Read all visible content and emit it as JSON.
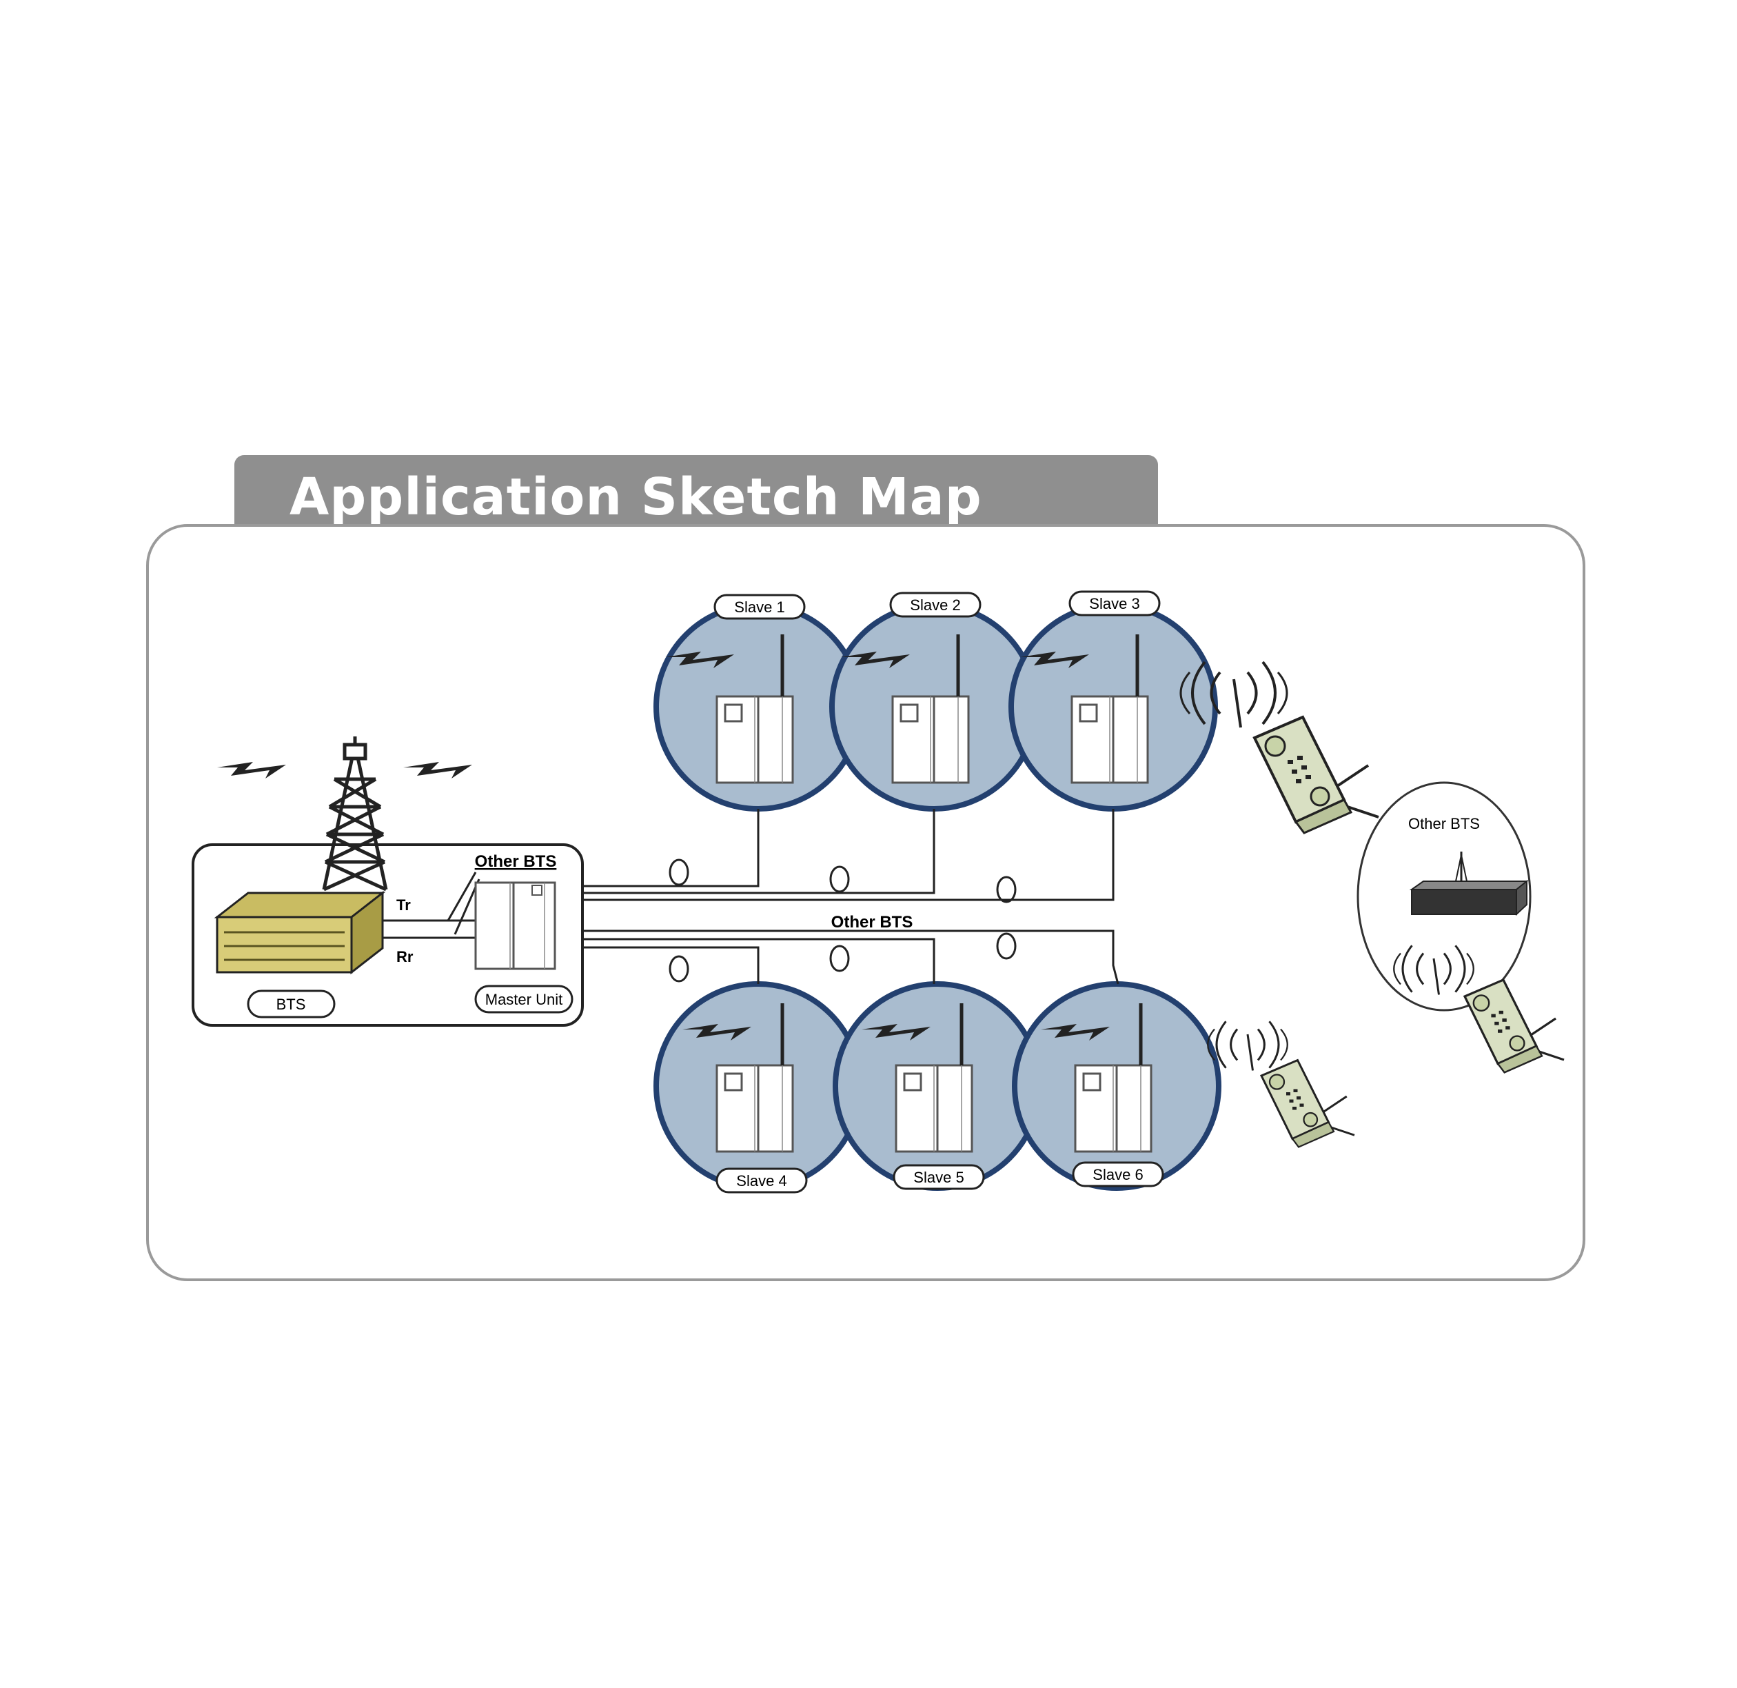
{
  "header": {
    "title": "Application Sketch Map"
  },
  "labels": {
    "bts": "BTS",
    "master_unit": "Master Unit",
    "other_bts_master": "Other BTS",
    "tr": "Tr",
    "rr": "Rr",
    "other_bts_center": "Other BTS",
    "other_bts_right": "Other BTS"
  },
  "slaves": [
    {
      "label": "Slave 1"
    },
    {
      "label": "Slave 2"
    },
    {
      "label": "Slave 3"
    },
    {
      "label": "Slave 4"
    },
    {
      "label": "Slave 5"
    },
    {
      "label": "Slave 6"
    }
  ],
  "colors": {
    "tab_background": "#8f8f8f",
    "coverage_fill": "#a9bccf",
    "coverage_stroke": "#23406f",
    "bts_cabinet": "#d8cc78",
    "phone_body": "#d9e0c3",
    "line": "#222222"
  },
  "icons": [
    "tower-icon",
    "bts-cabinet-icon",
    "master-unit-icon",
    "repeater-icon",
    "lightning-icon",
    "mobile-phone-icon",
    "signal-waves-icon"
  ]
}
